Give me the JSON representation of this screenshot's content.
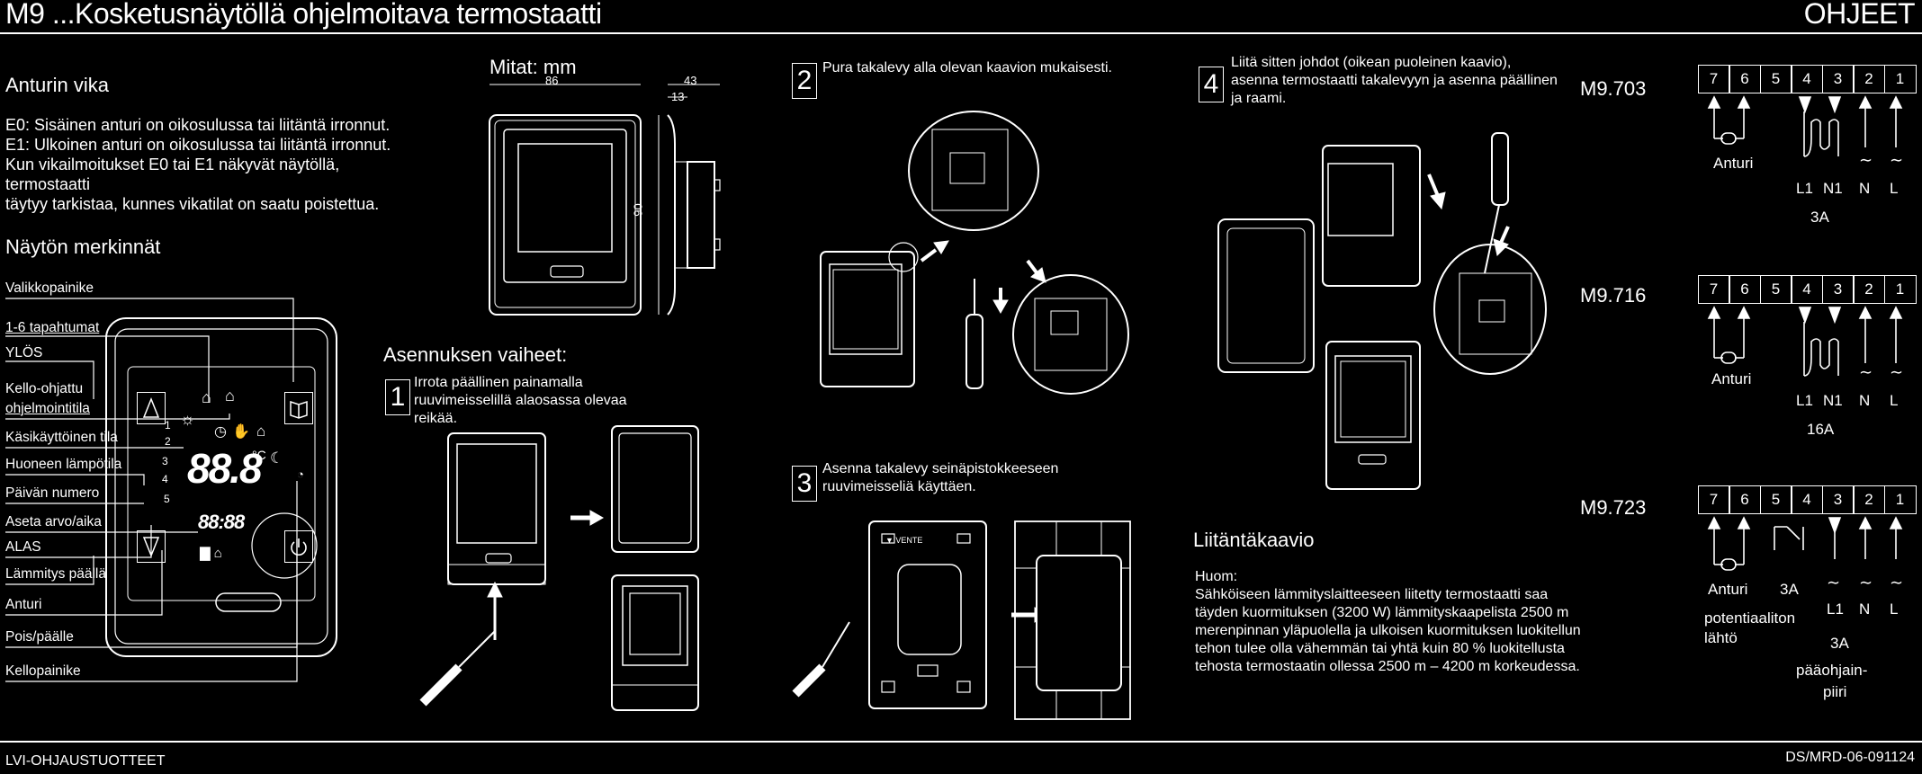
{
  "header": {
    "title": "M9 ...Kosketusnäytöllä ohjelmoitava termostaatti",
    "right": "OHJEET"
  },
  "footer": {
    "left": "LVI-OHJAUSTUOTTEET",
    "right": "DS/MRD-06-091124"
  },
  "sensor_fault": {
    "heading": "Anturin vika",
    "lines": [
      "E0: Sisäinen anturi on oikosulussa tai liitäntä irronnut.",
      "E1: Ulkoinen anturi on oikosulussa tai liitäntä irronnut.",
      "Kun vikailmoitukset E0 tai E1 näkyvät näytöllä, termostaatti",
      "täytyy tarkistaa, kunnes vikatilat on saatu poistettua."
    ]
  },
  "display_legend": {
    "heading": "Näytön merkinnät",
    "items": [
      "Valikkopainike",
      "1-6 tapahtumat",
      "YLÖS",
      "Kello-ohjattu",
      "ohjelmointitila",
      "Käsikäyttöinen tila",
      "Huoneen lämpötila",
      "Päivän numero",
      "Aseta arvo/aika",
      "ALAS",
      "Lämmitys päällä",
      "Anturi",
      "Pois/päälle",
      "Kellopainike"
    ],
    "lcd_temp": "88.8",
    "lcd_time": "88:88",
    "lcd_numbers": [
      "1",
      "2",
      "3",
      "4",
      "5"
    ]
  },
  "dimensions": {
    "heading": "Mitat: mm",
    "width": "86",
    "height": "90",
    "depth": "43",
    "depth2": "13"
  },
  "installation": {
    "heading": "Asennuksen vaiheet:",
    "steps": [
      {
        "num": "1",
        "lines": [
          "Irrota päällinen painamalla",
          "ruuvimeisselillä alaosassa olevaa",
          "reikää."
        ]
      },
      {
        "num": "2",
        "lines": [
          "Pura takalevy alla olevan kaavion mukaisesti."
        ]
      },
      {
        "num": "3",
        "lines": [
          "Asenna takalevy seinäpistokkeeseen",
          "ruuvimeisseliä käyttäen."
        ]
      },
      {
        "num": "4",
        "lines": [
          "Liitä sitten johdot (oikean puoleinen kaavio),",
          "asenna termostaatti takalevyyn ja asenna päällinen",
          "ja raami."
        ]
      }
    ],
    "plate_label": "▼ VENTE"
  },
  "wiring": {
    "heading": "Liitäntäkaavio",
    "note_label": "Huom:",
    "note_lines": [
      "Sähköiseen lämmityslaitteeseen liitetty termostaatti saa",
      "täyden kuormituksen (3200 W) lämmityskaapelista 2500 m",
      "merenpinnan yläpuolella ja ulkoisen kuormituksen luokitellun",
      "tehon tulee olla vähemmän tai yhtä kuin 80 % luokitellusta",
      "tehosta termostaatin ollessa 2500 m – 4200 m korkeudessa."
    ]
  },
  "models": [
    {
      "name": "M9.703",
      "terminals": [
        "7",
        "6",
        "5",
        "4",
        "3",
        "2",
        "1"
      ],
      "sensor": "Anturi",
      "labels": [
        "L1",
        "N1",
        "N",
        "L"
      ],
      "rating": "3A"
    },
    {
      "name": "M9.716",
      "terminals": [
        "7",
        "6",
        "5",
        "4",
        "3",
        "2",
        "1"
      ],
      "sensor": "Anturi",
      "labels": [
        "L1",
        "N1",
        "N",
        "L"
      ],
      "rating": "16A"
    },
    {
      "name": "M9.723",
      "terminals": [
        "7",
        "6",
        "5",
        "4",
        "3",
        "2",
        "1"
      ],
      "sensor": "Anturi",
      "relay_rating": "3A",
      "labels": [
        "L1",
        "N",
        "L"
      ],
      "pot_free_1": "potentiaaliton",
      "pot_free_2": "lähtö",
      "rating": "3A",
      "main_1": "pääohjain-",
      "main_2": "piiri"
    }
  ]
}
